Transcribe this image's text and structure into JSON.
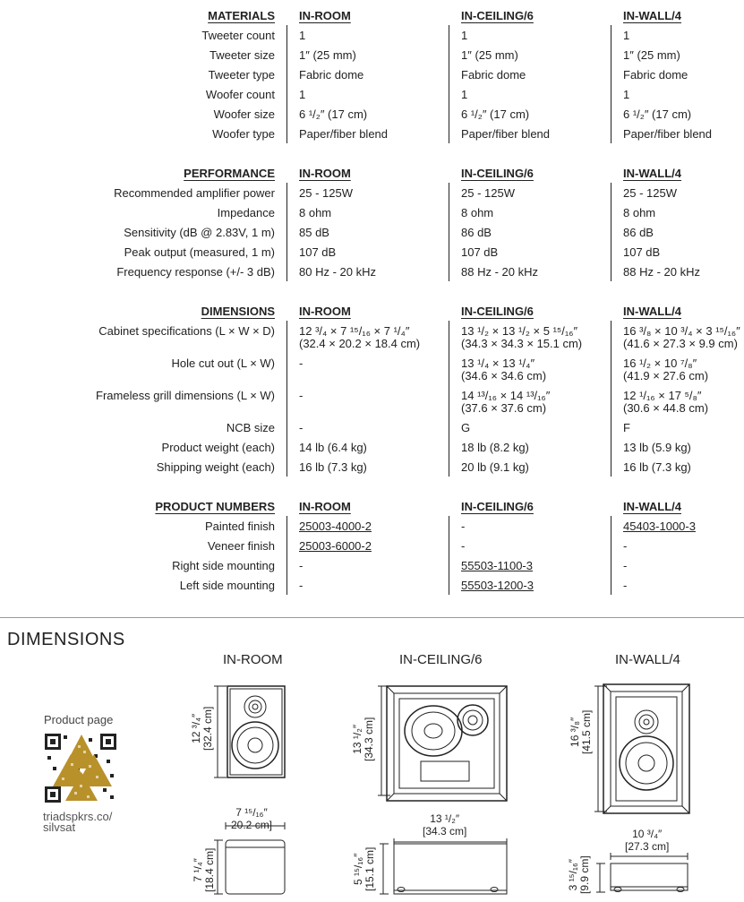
{
  "sections": {
    "materials": {
      "header": "MATERIALS",
      "columns": [
        "IN-ROOM",
        "IN-CEILING/6",
        "IN-WALL/4"
      ],
      "rows": [
        {
          "label": "Tweeter count",
          "values": [
            "1",
            "1",
            "1"
          ]
        },
        {
          "label": "Tweeter size",
          "values": [
            "1″ (25 mm)",
            "1″ (25 mm)",
            "1″ (25 mm)"
          ]
        },
        {
          "label": "Tweeter type",
          "values": [
            "Fabric dome",
            "Fabric dome",
            "Fabric dome"
          ]
        },
        {
          "label": "Woofer count",
          "values": [
            "1",
            "1",
            "1"
          ]
        },
        {
          "label": "Woofer size",
          "values": [
            "6 ¹/₂″ (17 cm)",
            "6 ¹/₂″ (17 cm)",
            "6 ¹/₂″ (17 cm)"
          ]
        },
        {
          "label": "Woofer type",
          "values": [
            "Paper/fiber blend",
            "Paper/fiber blend",
            "Paper/fiber blend"
          ]
        }
      ]
    },
    "performance": {
      "header": "PERFORMANCE",
      "columns": [
        "IN-ROOM",
        "IN-CEILING/6",
        "IN-WALL/4"
      ],
      "rows": [
        {
          "label": "Recommended amplifier power",
          "values": [
            "25 - 125W",
            "25 - 125W",
            "25 - 125W"
          ]
        },
        {
          "label": "Impedance",
          "values": [
            "8 ohm",
            "8 ohm",
            "8 ohm"
          ]
        },
        {
          "label": "Sensitivity (dB @ 2.83V, 1 m)",
          "values": [
            "85 dB",
            "86 dB",
            "86 dB"
          ]
        },
        {
          "label": "Peak output (measured, 1 m)",
          "values": [
            "107 dB",
            "107 dB",
            "107 dB"
          ]
        },
        {
          "label": "Frequency response (+/- 3 dB)",
          "values": [
            "80 Hz - 20 kHz",
            "88 Hz - 20 kHz",
            "88 Hz - 20 kHz"
          ]
        }
      ]
    },
    "dimensions": {
      "header": "DIMENSIONS",
      "columns": [
        "IN-ROOM",
        "IN-CEILING/6",
        "IN-WALL/4"
      ],
      "rows": [
        {
          "label": "Cabinet specifications (L × W × D)",
          "values": [
            [
              "12 ³/₄ × 7 ¹⁵/₁₆ × 7 ¹/₄″",
              "(32.4 × 20.2 × 18.4 cm)"
            ],
            [
              "13 ¹/₂ × 13 ¹/₂ × 5 ¹⁵/₁₆″",
              "(34.3 × 34.3 × 15.1 cm)"
            ],
            [
              "16 ³/₈ × 10 ³/₄ × 3 ¹⁵/₁₆″",
              "(41.6 × 27.3 × 9.9 cm)"
            ]
          ]
        },
        {
          "label": "Hole cut out (L × W)",
          "values": [
            [
              "-",
              ""
            ],
            [
              "13 ¹/₄ × 13 ¹/₄″",
              "(34.6 × 34.6 cm)"
            ],
            [
              "16 ¹/₂ × 10 ⁷/₈″",
              "(41.9 × 27.6 cm)"
            ]
          ]
        },
        {
          "label": "Frameless grill dimensions (L × W)",
          "values": [
            [
              "-",
              ""
            ],
            [
              "14 ¹³/₁₆ × 14 ¹³/₁₆″",
              "(37.6 × 37.6 cm)"
            ],
            [
              "12 ¹/₁₆ × 17 ⁵/₈″",
              "(30.6 × 44.8 cm)"
            ]
          ]
        },
        {
          "label": "NCB size",
          "values": [
            [
              "-",
              ""
            ],
            [
              "G",
              ""
            ],
            [
              "F",
              ""
            ]
          ]
        },
        {
          "label": "Product weight (each)",
          "values": [
            [
              "14 lb (6.4 kg)",
              ""
            ],
            [
              "18 lb (8.2 kg)",
              ""
            ],
            [
              "13 lb (5.9 kg)",
              ""
            ]
          ]
        },
        {
          "label": "Shipping weight (each)",
          "values": [
            [
              "16 lb (7.3 kg)",
              ""
            ],
            [
              "20 lb (9.1 kg)",
              ""
            ],
            [
              "16 lb (7.3 kg)",
              ""
            ]
          ]
        }
      ]
    },
    "product_numbers": {
      "header": "PRODUCT NUMBERS",
      "columns": [
        "IN-ROOM",
        "IN-CEILING/6",
        "IN-WALL/4"
      ],
      "rows": [
        {
          "label": "Painted finish",
          "values": [
            "25003-4000-2",
            "-",
            "45403-1000-3"
          ],
          "links": [
            true,
            false,
            true
          ]
        },
        {
          "label": "Veneer finish",
          "values": [
            "25003-6000-2",
            "-",
            "-"
          ],
          "links": [
            true,
            false,
            false
          ]
        },
        {
          "label": "Right side mounting",
          "values": [
            "-",
            "55503-1100-3",
            "-"
          ],
          "links": [
            false,
            true,
            false
          ]
        },
        {
          "label": "Left side mounting",
          "values": [
            "-",
            "55503-1200-3",
            "-"
          ],
          "links": [
            false,
            true,
            false
          ]
        }
      ]
    }
  },
  "drawings": {
    "title": "DIMENSIONS",
    "qr_label": "Product page",
    "qr_url_line1": "triadspkrs.co/",
    "qr_url_line2": "silvsat",
    "columns": [
      {
        "title": "IN-ROOM",
        "front_height_in": "12 ³/₄″",
        "front_height_cm": "[32.4 cm]",
        "width_in": "7 ¹⁵/₁₆″",
        "width_cm": "20.2 cm]",
        "depth_in": "7 ¹/₄″",
        "depth_cm": "[18.4 cm]"
      },
      {
        "title": "IN-CEILING/6",
        "front_height_in": "13 ¹/₂″",
        "front_height_cm": "[34.3 cm]",
        "width_in": "13 ¹/₂″",
        "width_cm": "[34.3 cm]",
        "depth_in": "5 ¹⁵/₁₆″",
        "depth_cm": "[15.1 cm]"
      },
      {
        "title": "IN-WALL/4",
        "front_height_in": "16 ³/₈″",
        "front_height_cm": "[41.5 cm]",
        "width_in": "10 ³/₄″",
        "width_cm": "[27.3 cm]",
        "depth_in": "3 ¹⁵/₁₆″",
        "depth_cm": "[9.9 cm]"
      }
    ]
  },
  "colors": {
    "link": "#1a5aa8",
    "text": "#222222",
    "rule": "#999999",
    "qr_gold": "#b8912a"
  }
}
